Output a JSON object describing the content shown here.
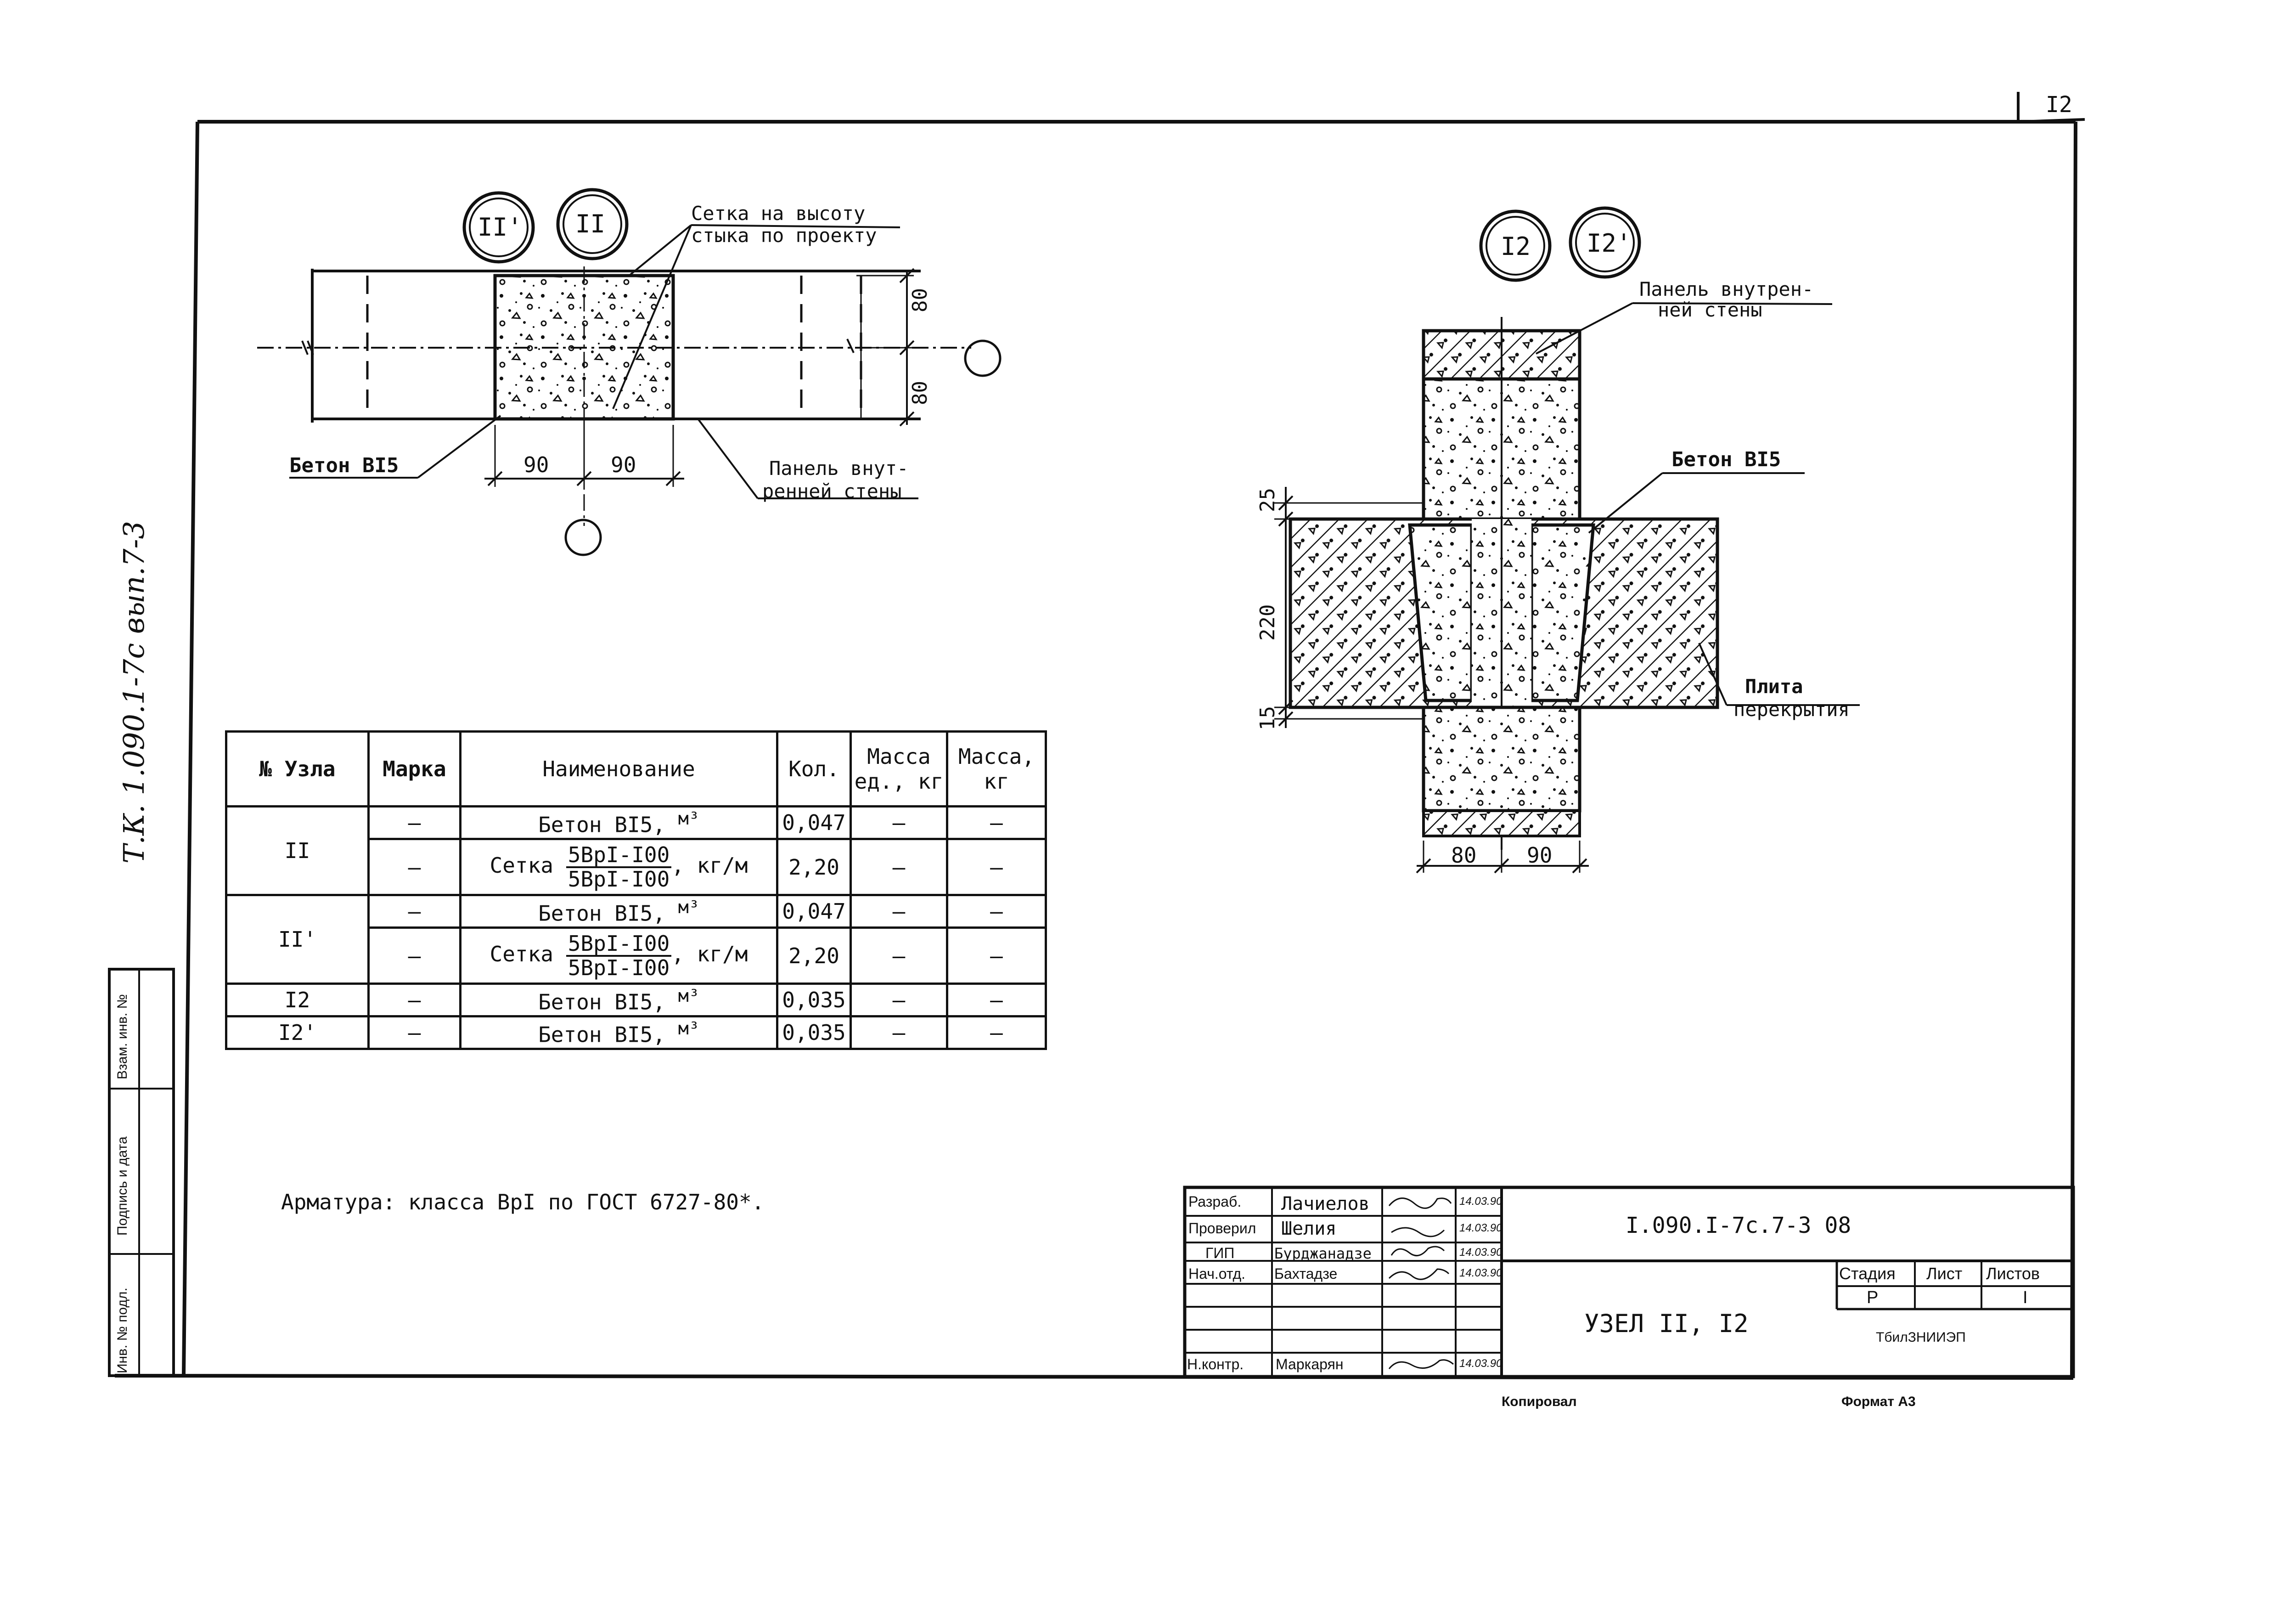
{
  "page_number": "I2",
  "side_stamp": "Т.К. 1.090.1-7с вып.7-3",
  "side_box_labels": [
    "Инв. № подл.",
    "Подпись и дата",
    "Взам. инв. №"
  ],
  "left_detail": {
    "markers": [
      "II'",
      "II"
    ],
    "callout_top": [
      "Сетка на высоту",
      "стыка по проекту"
    ],
    "callout_left": "Бетон BI5",
    "callout_right": [
      "Панель внут-",
      "ренней стены"
    ],
    "dims_horizontal": [
      "90",
      "90"
    ],
    "dims_vertical": [
      "80",
      "80"
    ]
  },
  "right_detail": {
    "markers": [
      "I2",
      "I2'"
    ],
    "callout_panel": [
      "Панель внутрен-",
      "ней стены"
    ],
    "callout_concrete": "Бетон BI5",
    "callout_slab": [
      "Плита",
      "перекрытия"
    ],
    "dims_vertical": [
      "25",
      "220",
      "15"
    ],
    "dims_horizontal": [
      "80",
      "90"
    ]
  },
  "spec_table": {
    "headers": [
      "№ Узла",
      "Марка",
      "Наименование",
      "Кол.",
      "Масса ед., кг",
      "Масса, кг"
    ],
    "rows": [
      {
        "node": "II",
        "items": [
          {
            "mark": "–",
            "name": "Бетон BI5,",
            "unit": "м³",
            "qty": "0,047",
            "m1": "–",
            "m2": "–"
          },
          {
            "mark": "–",
            "name": "Сетка",
            "num": "5BpI-I00",
            "den": "5BpI-I00",
            "unit": ", кг/м",
            "qty": "2,20",
            "m1": "–",
            "m2": "–"
          }
        ]
      },
      {
        "node": "II'",
        "items": [
          {
            "mark": "–",
            "name": "Бетон BI5,",
            "unit": "м³",
            "qty": "0,047",
            "m1": "–",
            "m2": "–"
          },
          {
            "mark": "–",
            "name": "Сетка",
            "num": "5BpI-I00",
            "den": "5BpI-I00",
            "unit": ", кг/м",
            "qty": "2,20",
            "m1": "–",
            "m2": "–"
          }
        ]
      },
      {
        "node": "I2",
        "items": [
          {
            "mark": "–",
            "name": "Бетон BI5,",
            "unit": "м³",
            "qty": "0,035",
            "m1": "–",
            "m2": "–"
          }
        ]
      },
      {
        "node": "I2'",
        "items": [
          {
            "mark": "–",
            "name": "Бетон BI5,",
            "unit": "м³",
            "qty": "0,035",
            "m1": "–",
            "m2": "–"
          }
        ]
      }
    ]
  },
  "note": "Арматура: класса BpI по ГОСТ 6727-80*.",
  "title_block": {
    "roles": [
      "Разраб.",
      "Проверил",
      "ГИП",
      "Нач.отд.",
      "",
      "",
      "Н.контр."
    ],
    "names": [
      "Лачиелов",
      "Шелия",
      "Бурджанадзе",
      "Бахтадзе",
      "",
      "",
      "Маркарян"
    ],
    "dates": [
      "14.03.90",
      "14.03.90",
      "14.03.90",
      "14.03.90",
      "",
      "",
      "14.03.90"
    ],
    "code": "I.090.I-7c.7-3 08",
    "title": "УЗЕЛ II, I2",
    "stage_headers": [
      "Стадия",
      "Лист",
      "Листов"
    ],
    "stage_values": [
      "Р",
      "",
      "I"
    ],
    "organization": "ТбилЗНИИЭП"
  },
  "footer": {
    "copied": "Копировал",
    "format": "Формат А3"
  }
}
